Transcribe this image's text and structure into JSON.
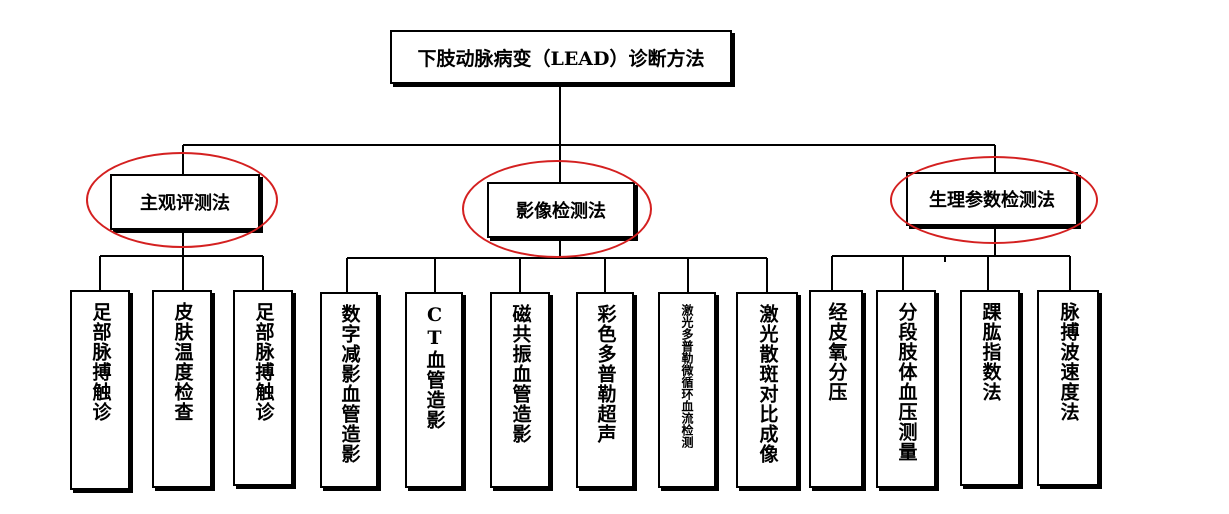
{
  "root": {
    "label": "下肢动脉病变（LEAD）诊断方法"
  },
  "categories": [
    {
      "label": "主观评测法",
      "items": [
        "足部脉搏触诊",
        "皮肤温度检查",
        "足部脉搏触诊"
      ]
    },
    {
      "label": "影像检测法",
      "items": [
        "数字减影血管造影",
        "CT血管造影",
        "磁共振血管造影",
        "彩色多普勒超声",
        "激光多普勒微循环血流检测",
        "激光散斑对比成像"
      ]
    },
    {
      "label": "生理参数检测法",
      "items": [
        "经皮氧分压",
        "分段肢体血压测量",
        "踝肱指数法",
        "脉搏波速度法"
      ]
    }
  ],
  "colors": {
    "line": "#000000",
    "highlight": "#d42020"
  }
}
